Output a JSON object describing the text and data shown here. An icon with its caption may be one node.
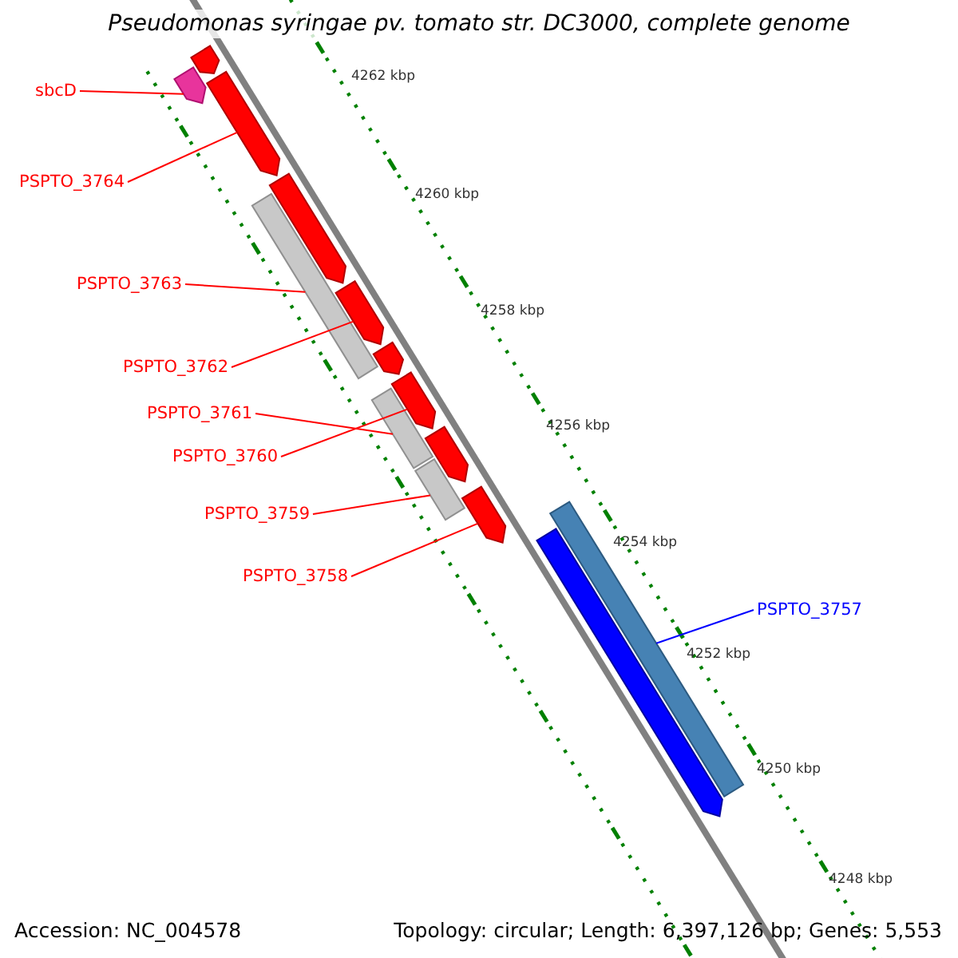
{
  "diagram": {
    "title": "Pseudomonas syringae pv. tomato str. DC3000, complete genome",
    "nodes": [
      {
        "text": [
          "sbcD"
        ]
      },
      {
        "text": [
          "PSPTO_3764"
        ]
      },
      {
        "text": [
          "PSPTO_3763"
        ]
      },
      {
        "text": [
          "PSPTO_3762"
        ]
      },
      {
        "text": [
          "PSPTO_3761"
        ]
      },
      {
        "text": [
          "PSPTO_3760"
        ]
      },
      {
        "text": [
          "PSPTO_3759"
        ]
      },
      {
        "text": [
          "PSPTO_3758"
        ]
      },
      {
        "text": [
          "PSPTO_3757"
        ]
      },
      {
        "text": [],
        "shape": "arrow"
      },
      {
        "text": [],
        "shape": "arrow"
      },
      {
        "text": [],
        "shape": "arrow"
      },
      {
        "text": [],
        "shape": "arrow"
      },
      {
        "text": [],
        "shape": "arrow"
      },
      {
        "text": [],
        "shape": "arrow"
      },
      {
        "text": [],
        "shape": "arrow"
      },
      {
        "text": [],
        "shape": "arrow"
      },
      {
        "text": [],
        "shape": "arrow"
      },
      {
        "text": [],
        "shape": "bar"
      },
      {
        "text": [],
        "shape": "bar"
      },
      {
        "text": [],
        "shape": "bar"
      },
      {
        "text": [],
        "shape": "arrow"
      },
      {
        "text": [],
        "shape": "bar"
      }
    ],
    "edges": [
      {
        "from": 0,
        "to": 9,
        "arrow": "none"
      },
      {
        "from": 1,
        "to": 11,
        "arrow": "none"
      },
      {
        "from": 2,
        "to": 18,
        "arrow": "none"
      },
      {
        "from": 3,
        "to": 13,
        "arrow": "none"
      },
      {
        "from": 4,
        "to": 19,
        "arrow": "none"
      },
      {
        "from": 5,
        "to": 15,
        "arrow": "none"
      },
      {
        "from": 6,
        "to": 20,
        "arrow": "none"
      },
      {
        "from": 7,
        "to": 17,
        "arrow": "none"
      },
      {
        "from": 8,
        "to": 22,
        "arrow": "none",
        "color": "#0000ff"
      }
    ],
    "labels": [
      "4262 kbp",
      "4260 kbp",
      "4258 kbp",
      "4256 kbp",
      "4254 kbp",
      "4252 kbp",
      "4250 kbp",
      "4248 kbp",
      "Accession: NC_004578",
      "Topology: circular; Length: 6,397,126 bp; Genes: 5,553"
    ]
  }
}
